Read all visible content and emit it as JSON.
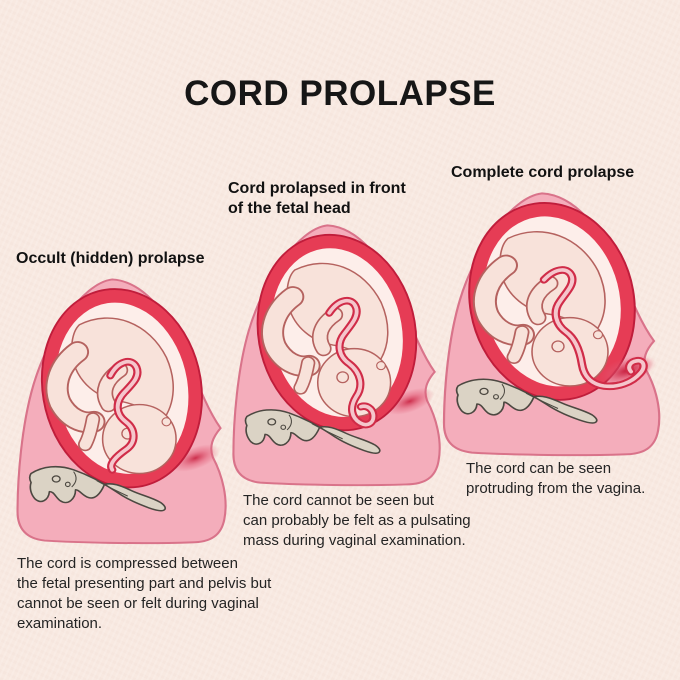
{
  "title": "CORD PROLAPSE",
  "panels": [
    {
      "id": "occult-prolapse",
      "label": "Occult (hidden) prolapse",
      "description": "The cord is compressed between\nthe fetal presenting part and pelvis but\ncannot be seen or felt during vaginal\nexamination."
    },
    {
      "id": "cord-in-front-of-head",
      "label": "Cord prolapsed in front\nof the fetal head",
      "description": "The cord cannot be seen but\ncan probably be felt as a pulsating\nmass during vaginal examination."
    },
    {
      "id": "complete-prolapse",
      "label": "Complete cord prolapse",
      "description": "The cord can be seen\nprotruding from the vagina."
    }
  ],
  "colors": {
    "background": "#f8e9e1",
    "title_text": "#161616",
    "body_pink": "#f4adbb",
    "body_edge": "#d9738a",
    "uterus_wall": "#e63c55",
    "uterus_wall_edge": "#c01d3b",
    "amniotic_fluid": "#fdeeea",
    "fetus_skin": "#f8e2da",
    "fetus_outline": "#b5625f",
    "cord_outer": "#d02c48",
    "cord_inner": "#f5c6cc",
    "pelvis_bone": "#dbd3c5",
    "bone_outline": "#4c4841",
    "vaginal_crease": "#c8203f"
  }
}
